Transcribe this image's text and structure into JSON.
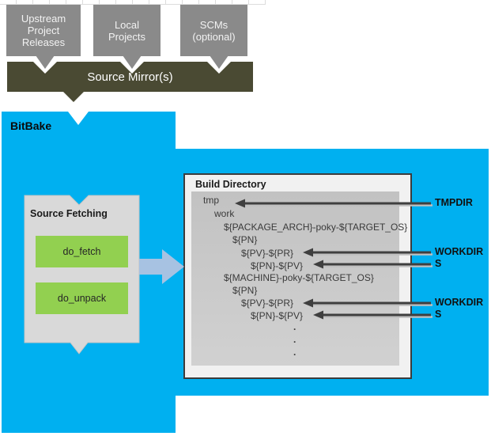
{
  "palette": {
    "bitbake_blue": "#00b0f0",
    "mirror_olive": "#4a4a33",
    "source_box_gray": "#8a8a8a",
    "fetch_box_gray": "#d9d9d9",
    "tree_panel_gray": "#c9c9c9",
    "task_green": "#92d050",
    "flow_arrow_blue": "#a7c2e2",
    "annotation_arrow_dark": "#3f3f3f"
  },
  "sources": {
    "items": [
      {
        "label": "Upstream Project Releases"
      },
      {
        "label": "Local Projects"
      },
      {
        "label": "SCMs (optional)"
      }
    ],
    "mirror_label": "Source Mirror(s)"
  },
  "bitbake": {
    "label": "BitBake",
    "source_fetching": {
      "title": "Source Fetching",
      "tasks": [
        {
          "label": "do_fetch"
        },
        {
          "label": "do_unpack"
        }
      ]
    }
  },
  "build_directory": {
    "title": "Build Directory",
    "tree": [
      {
        "text": "tmp"
      },
      {
        "text": "work"
      },
      {
        "text": "${PACKAGE_ARCH}-poky-${TARGET_OS}"
      },
      {
        "text": "${PN}"
      },
      {
        "text": "${PV}-${PR}"
      },
      {
        "text": "${PN}-${PV}"
      },
      {
        "text": "${MACHINE}-poky-${TARGET_OS}"
      },
      {
        "text": "${PN}"
      },
      {
        "text": "${PV}-${PR}"
      },
      {
        "text": "${PN}-${PV}"
      }
    ],
    "ellipsis": [
      ".",
      ".",
      "."
    ]
  },
  "annotations": [
    {
      "label": "TMPDIR"
    },
    {
      "label": "WORKDIR"
    },
    {
      "label": "S"
    },
    {
      "label": "WORKDIR"
    },
    {
      "label": "S"
    }
  ]
}
